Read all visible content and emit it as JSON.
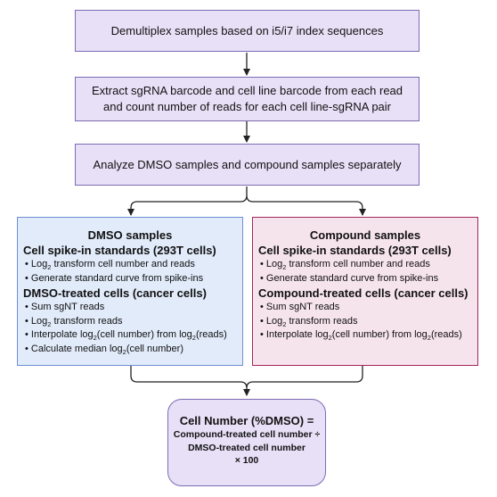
{
  "flowchart": {
    "step1": "Demultiplex samples based on i5/i7 index sequences",
    "step2_line1": "Extract sgRNA barcode and cell line barcode from each read",
    "step2_line2": "and count number of reads for each cell line-sgRNA pair",
    "step3": "Analyze DMSO samples and compound samples separately",
    "dmso_panel": {
      "title": "DMSO samples",
      "spike_title": "Cell spike-in standards (293T cells)",
      "spike_items": [
        {
          "pre": "• Log",
          "sub": "2",
          "post": " transform cell number and reads"
        },
        {
          "pre": "• Generate standard curve from spike-ins",
          "sub": "",
          "post": ""
        }
      ],
      "treated_title": "DMSO-treated cells (cancer cells)",
      "treated_items": [
        {
          "pre": "• Sum sgNT reads",
          "sub": "",
          "post": ""
        },
        {
          "pre": "• Log",
          "sub": "2",
          "post": " transform reads"
        },
        {
          "pre": "• Interpolate log",
          "sub": "2",
          "post": "(cell number) from log",
          "sub2": "2",
          "post2": "(reads)"
        },
        {
          "pre": "• Calculate median log",
          "sub": "2",
          "post": "(cell number)"
        }
      ]
    },
    "compound_panel": {
      "title": "Compound samples",
      "spike_title": "Cell spike-in standards (293T cells)",
      "spike_items": [
        {
          "pre": "• Log",
          "sub": "2",
          "post": " transform cell number and reads"
        },
        {
          "pre": "• Generate standard curve from spike-ins",
          "sub": "",
          "post": ""
        }
      ],
      "treated_title": "Compound-treated cells (cancer cells)",
      "treated_items": [
        {
          "pre": "• Sum sgNT reads",
          "sub": "",
          "post": ""
        },
        {
          "pre": "• Log",
          "sub": "2",
          "post": " transform reads"
        },
        {
          "pre": "• Interpolate log",
          "sub": "2",
          "post": "(cell number) from log",
          "sub2": "2",
          "post2": "(reads)"
        }
      ]
    },
    "result": {
      "title": "Cell Number (%DMSO) =",
      "line1": "Compound-treated cell number ÷",
      "line2": "DMSO-treated cell number",
      "line3": "× 100"
    }
  },
  "colors": {
    "step_fill": "#e8e0f7",
    "step_border": "#7d6bb3",
    "dmso_fill": "#e1ebfa",
    "dmso_border": "#6e8fd6",
    "compound_fill": "#f6e4ec",
    "compound_border": "#a5265a",
    "connector": "#222222"
  }
}
